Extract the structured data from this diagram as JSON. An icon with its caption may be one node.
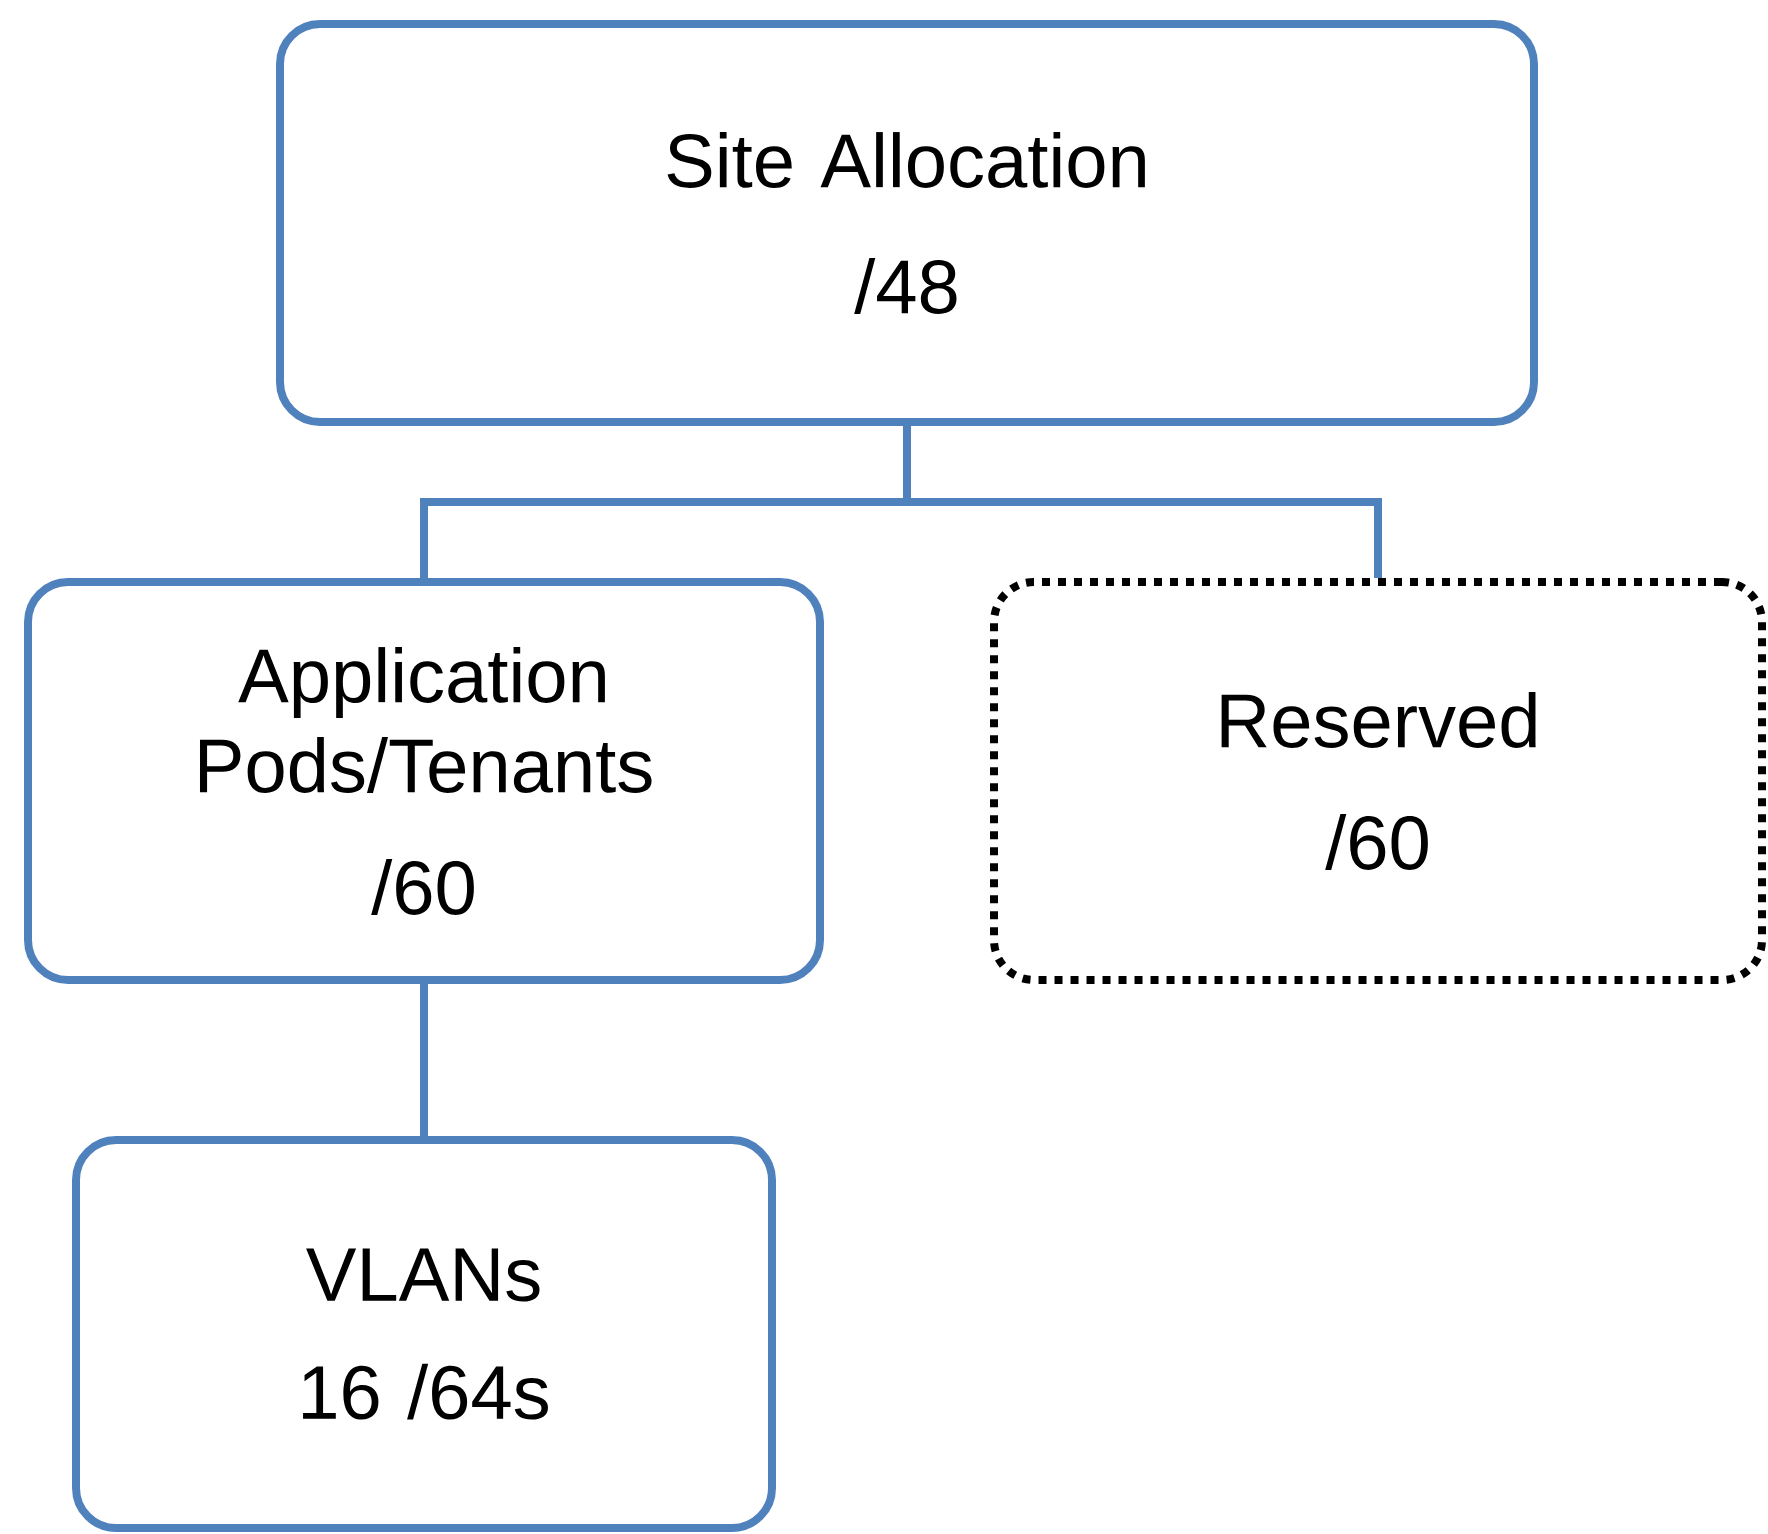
{
  "diagram": {
    "nodes": [
      {
        "text": [
          "Site Allocation",
          "/48"
        ]
      },
      {
        "text": [
          "Application Pods/Tenants",
          "/60"
        ]
      },
      {
        "text": [
          "Reserved",
          "/60"
        ]
      },
      {
        "text": [
          "VLANs",
          "16 /64s"
        ]
      }
    ],
    "edges": [
      {
        "from": 0,
        "to": 1,
        "arrow": "none"
      },
      {
        "from": 0,
        "to": 2,
        "arrow": "none"
      },
      {
        "from": 1,
        "to": 3,
        "arrow": "none"
      }
    ]
  }
}
